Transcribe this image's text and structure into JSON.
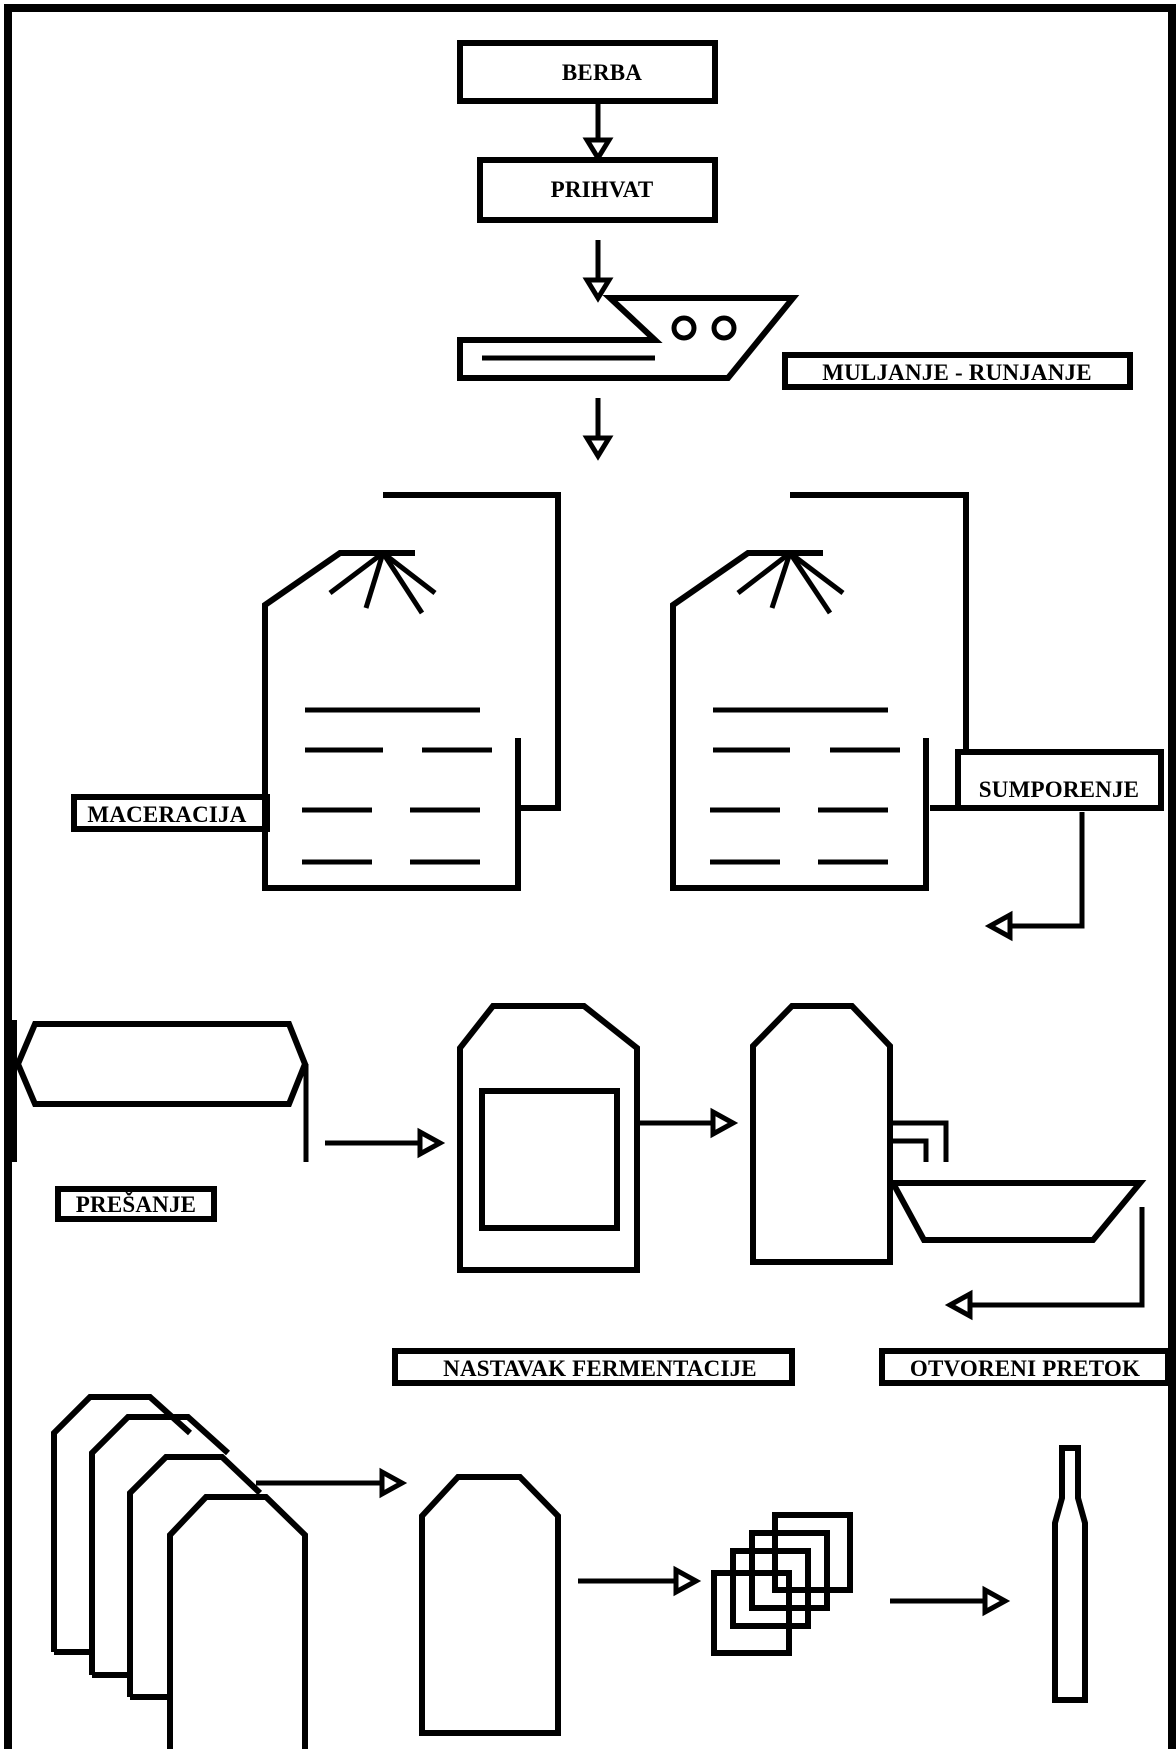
{
  "labels": {
    "berba": "BERBA",
    "prihvat": "PRIHVAT",
    "muljanje": "MULJANJE - RUNJANJE",
    "maceracija": "MACERACIJA",
    "sumporenje": "SUMPORENJE",
    "presanje": "PREŠANJE",
    "nastavak": "NASTAVAK FERMENTACIJE",
    "pretok": "OTVORENI PRETOK"
  },
  "colors": {
    "line": "#000000",
    "background": "#ffffff"
  }
}
